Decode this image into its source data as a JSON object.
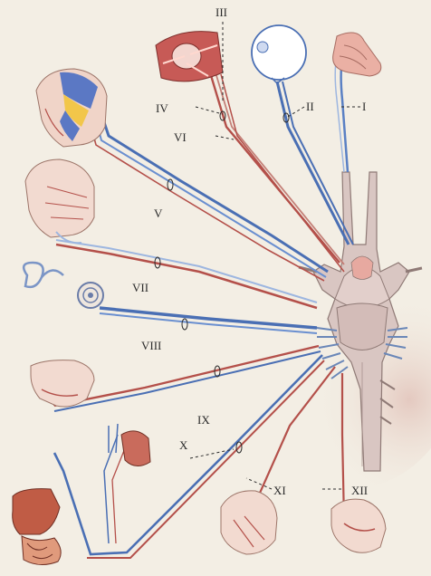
{
  "colors": {
    "background": "#f3eee4",
    "nerve_blue": "#4a6fb4",
    "nerve_red": "#b4504a",
    "tissue": "#e8b8a8",
    "brainstem": "#d8c4c0",
    "label": "#2b2b2b"
  },
  "labels": {
    "I": "I",
    "II": "II",
    "III": "III",
    "IV": "IV",
    "V": "V",
    "VI": "VI",
    "VII": "VII",
    "VIII": "VIII",
    "IX": "IX",
    "X": "X",
    "XI": "XI",
    "XII": "XII"
  },
  "icons": {
    "olfactory": "nose-icon",
    "optic": "eye-icon",
    "oculomotor": "eye-muscles-icon",
    "trigeminal": "head-face-icon",
    "facial": "face-icon",
    "vestibulocochlear": "inner-ear-icon",
    "glossopharyngeal": "tongue-icon",
    "vagus": "viscera-icon",
    "accessory": "neck-icon",
    "hypoglossal": "tongue-motor-icon"
  }
}
